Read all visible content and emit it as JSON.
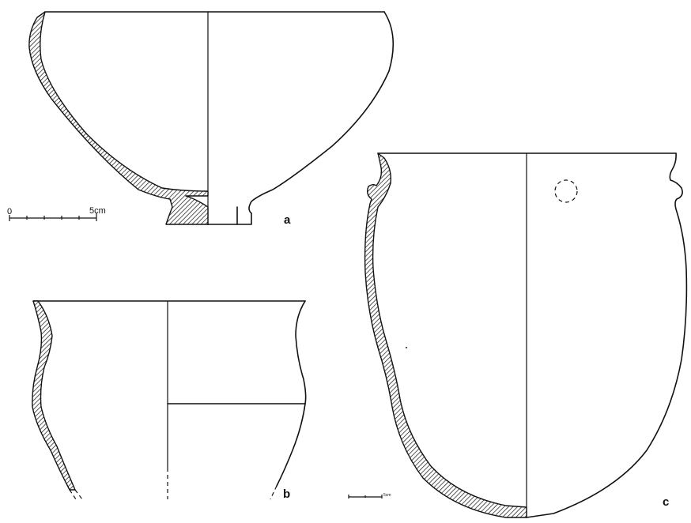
{
  "figures": [
    {
      "label": "a"
    },
    {
      "label": "b"
    },
    {
      "label": "c"
    }
  ],
  "scale_bars": [
    {
      "start": "0",
      "end": "5cm"
    },
    {
      "start": "",
      "end": "5cm"
    }
  ]
}
